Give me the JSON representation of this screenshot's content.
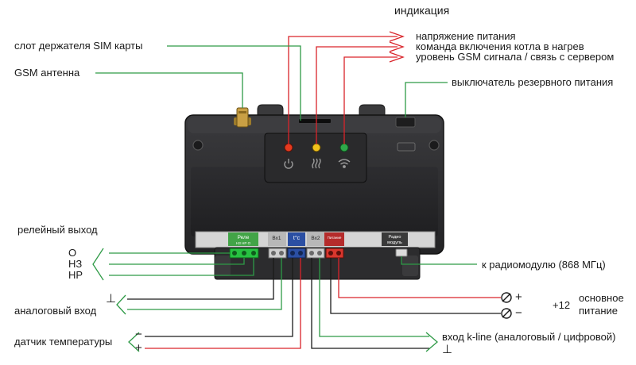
{
  "labels": {
    "indication": "индикация",
    "power_voltage": "напряжение питания",
    "boiler_command": "команда включения котла в нагрев",
    "gsm_level": "уровень GSM сигнала / связь с сервером",
    "sim_slot": "слот держателя SIM карты",
    "gsm_antenna": "GSM антенна",
    "backup_switch": "выключатель резервного питания",
    "relay_output": "релейный выход",
    "relay_o": "О",
    "relay_nz": "НЗ",
    "relay_nr": "НР",
    "radio_module": "к радиомодулю (868 МГц)",
    "analog_input": "аналоговый вход",
    "temp_sensor": "датчик температуры",
    "kline_input": "вход k-line (аналоговый / цифровой)",
    "main_power_voltage": "+12",
    "main_power_line1": "основное",
    "main_power_line2": "питание",
    "plus": "+",
    "minus": "−",
    "ground": "⊥"
  },
  "device": {
    "relay_block_label": "Реле",
    "relay_terminals": [
      "НЗ",
      "НР",
      "О"
    ],
    "input1_label": "Вх1",
    "temp_block_label": "t°c",
    "input2_label": "Вх2",
    "power_block_label": "Питание",
    "radio_label_line1": "Радио",
    "radio_label_line2": "модуль"
  },
  "colors": {
    "leader_green": "#2e9a46",
    "leader_red": "#d9242a",
    "leader_black": "#1a1a1a",
    "body": "#2e2e30",
    "led_power": "#e53a1f",
    "led_boiler": "#f1c21b",
    "led_gsm": "#2fa84a",
    "relay_terminal": "#27c241",
    "temp_block": "#2b4fa3",
    "power_terminal": "#d9362d"
  }
}
